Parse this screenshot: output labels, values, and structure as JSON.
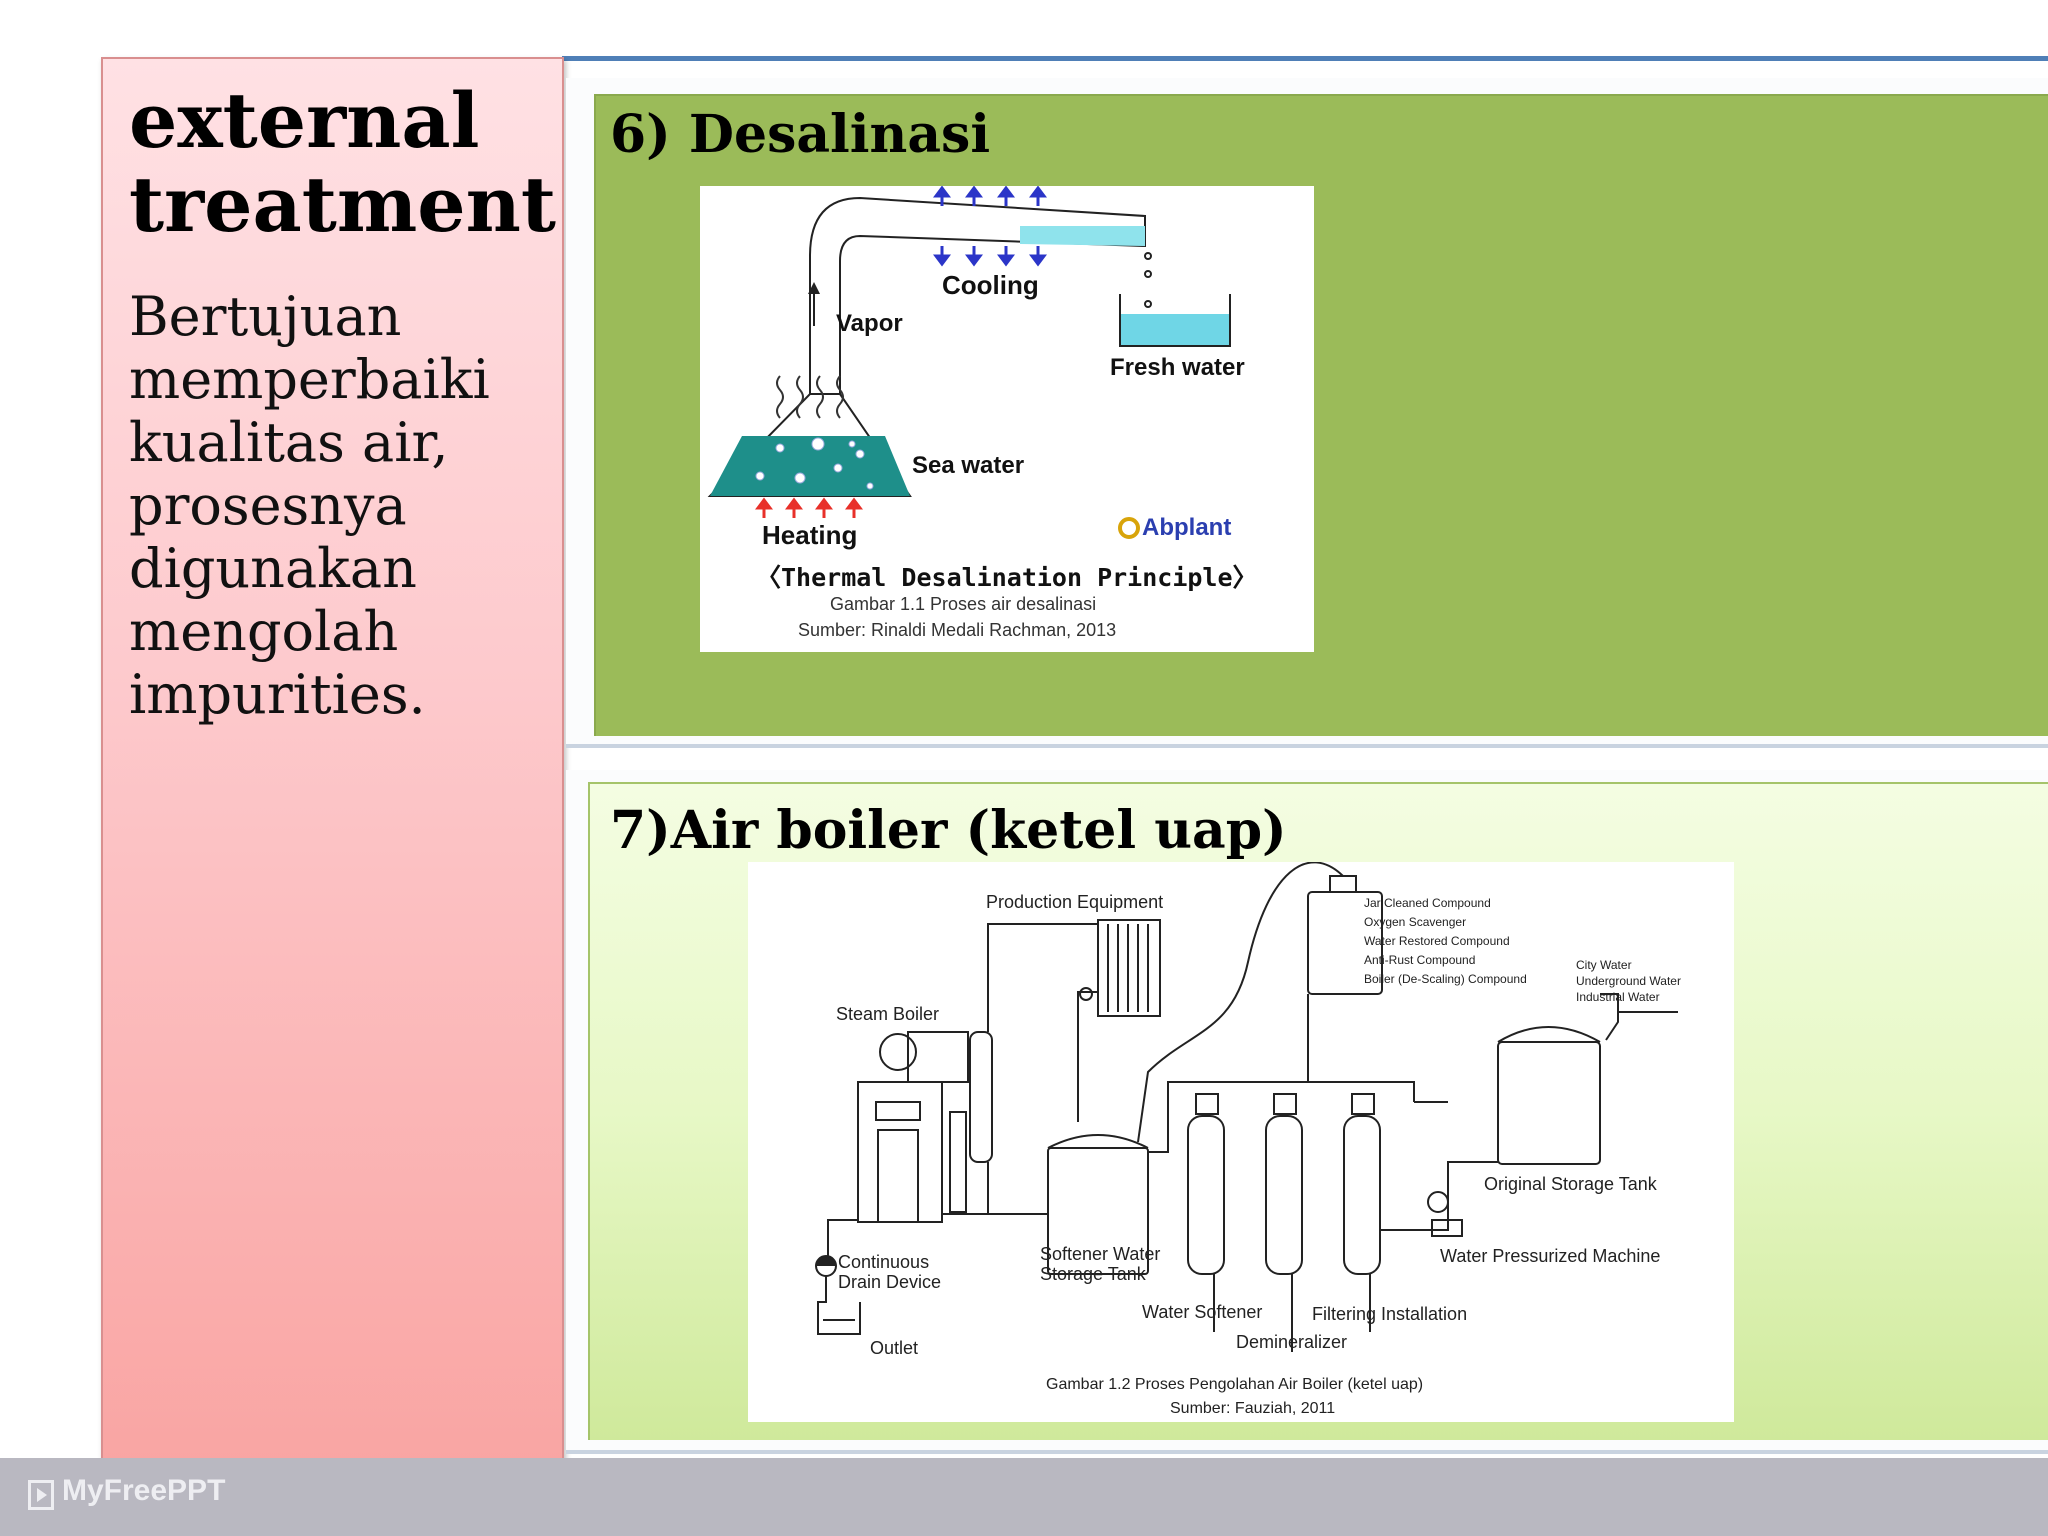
{
  "left": {
    "title": "external treatment",
    "body": "Bertujuan memperbaiki kualitas air, prosesnya digunakan mengolah impurities."
  },
  "section6": {
    "title": "6) Desalinasi",
    "figure": {
      "label_cooling": "Cooling",
      "label_vapor": "Vapor",
      "label_fresh_water": "Fresh water",
      "label_sea_water": "Sea water",
      "label_heating": "Heating",
      "logo": "Abplant",
      "principle": "〈Thermal Desalination Principle〉",
      "caption": "Gambar 1.1 Proses air desalinasi",
      "source": "Sumber: Rinaldi Medali Rachman, 2013"
    }
  },
  "section7": {
    "title": "7)Air boiler (ketel uap)",
    "figure": {
      "production_equipment": "Production Equipment",
      "steam_boiler": "Steam Boiler",
      "chemicals": [
        "Jar Cleaned Compound",
        "Oxygen Scavenger",
        "Water Restored Compound",
        "Anti-Rust Compound",
        "Boiler (De-Scaling) Compound"
      ],
      "water_sources": [
        "City Water",
        "Underground Water",
        "Industrial Water"
      ],
      "original_storage_tank": "Original Storage Tank",
      "water_pressurized_machine": "Water Pressurized Machine",
      "continuous_drain_device": "Continuous Drain Device",
      "softener_water_storage_tank": "Softener Water Storage Tank",
      "water_softener": "Water Softener",
      "filtering_installation": "Filtering Installation",
      "demineralizer": "Demineralizer",
      "outlet": "Outlet",
      "caption": "Gambar 1.2 Proses Pengolahan Air Boiler (ketel uap)",
      "source": "Sumber: Fauziah, 2011"
    }
  },
  "footer": {
    "brand": "MyFreePPT"
  },
  "colors": {
    "section6_bg": "#9bbb59",
    "left_panel_top": "#ffe1e4",
    "left_panel_bottom": "#f9a5a3",
    "top_rule": "#4f7fb7",
    "footer_bg": "#b9b8c1",
    "sea_water": "#1e8f8a",
    "fresh_water": "#6fd6e6"
  }
}
